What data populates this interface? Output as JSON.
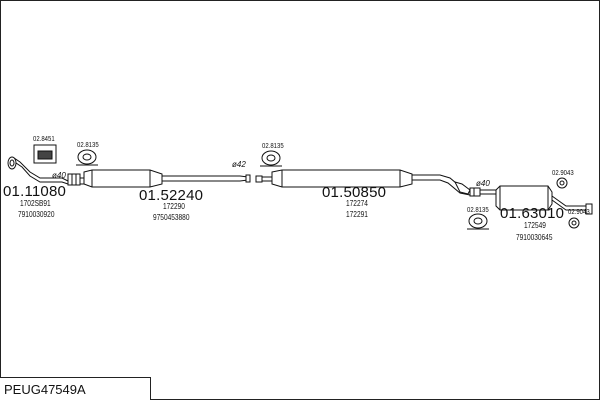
{
  "title": "PEUG47549A",
  "parts": {
    "front_pipe": {
      "ref": "01.11080",
      "codes": [
        "1702SB91",
        "7910030920"
      ]
    },
    "front_silencer": {
      "ref": "01.52240",
      "codes": [
        "172290",
        "9750453880"
      ]
    },
    "middle_silencer": {
      "ref": "01.50850",
      "codes": [
        "172274",
        "172291"
      ]
    },
    "rear_silencer": {
      "ref": "01.63010",
      "codes": [
        "172549",
        "7910030645"
      ]
    }
  },
  "accessories": {
    "kit": "02.8451",
    "mount_a": "02.8135",
    "mount_b": "02.8135",
    "mount_c": "02.8135",
    "ring_a": "02.9043",
    "ring_b": "02.9043"
  },
  "diameters": {
    "d1": "ø40",
    "d2": "ø42",
    "d3": "ø40"
  }
}
